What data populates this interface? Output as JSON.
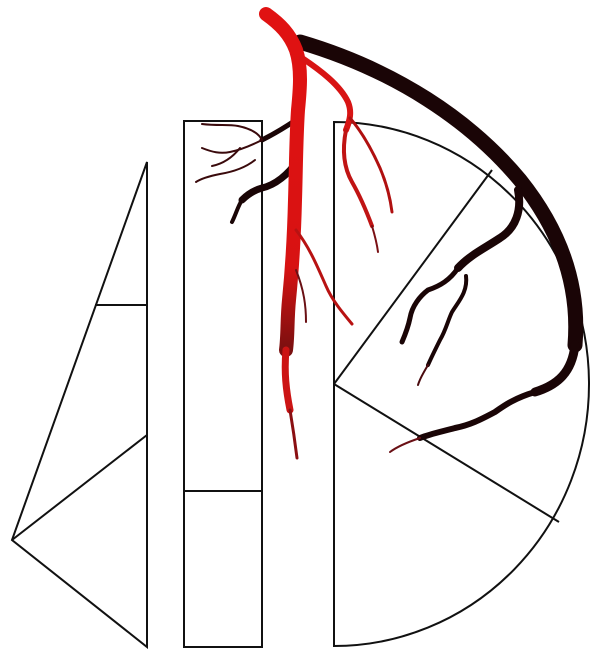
{
  "diagram": {
    "type": "anatomical-schematic",
    "colors": {
      "background": "#ffffff",
      "outline": "#111111",
      "vessel_primary": "#e01212",
      "vessel_primary_dark": "#b01010",
      "vessel_secondary": "#1a0506",
      "vessel_secondary_tip": "#6a1015"
    },
    "regions": [
      {
        "name": "left-wedge",
        "shape": "triangle",
        "segments": 3
      },
      {
        "name": "middle-column",
        "shape": "rectangle",
        "segments": 2
      },
      {
        "name": "right-half-disc",
        "shape": "half-circle",
        "segments": 3
      }
    ],
    "vessels": [
      {
        "name": "red-vessel-tree",
        "color_key": "vessel_primary"
      },
      {
        "name": "dark-vessel-tree",
        "color_key": "vessel_secondary"
      }
    ]
  }
}
